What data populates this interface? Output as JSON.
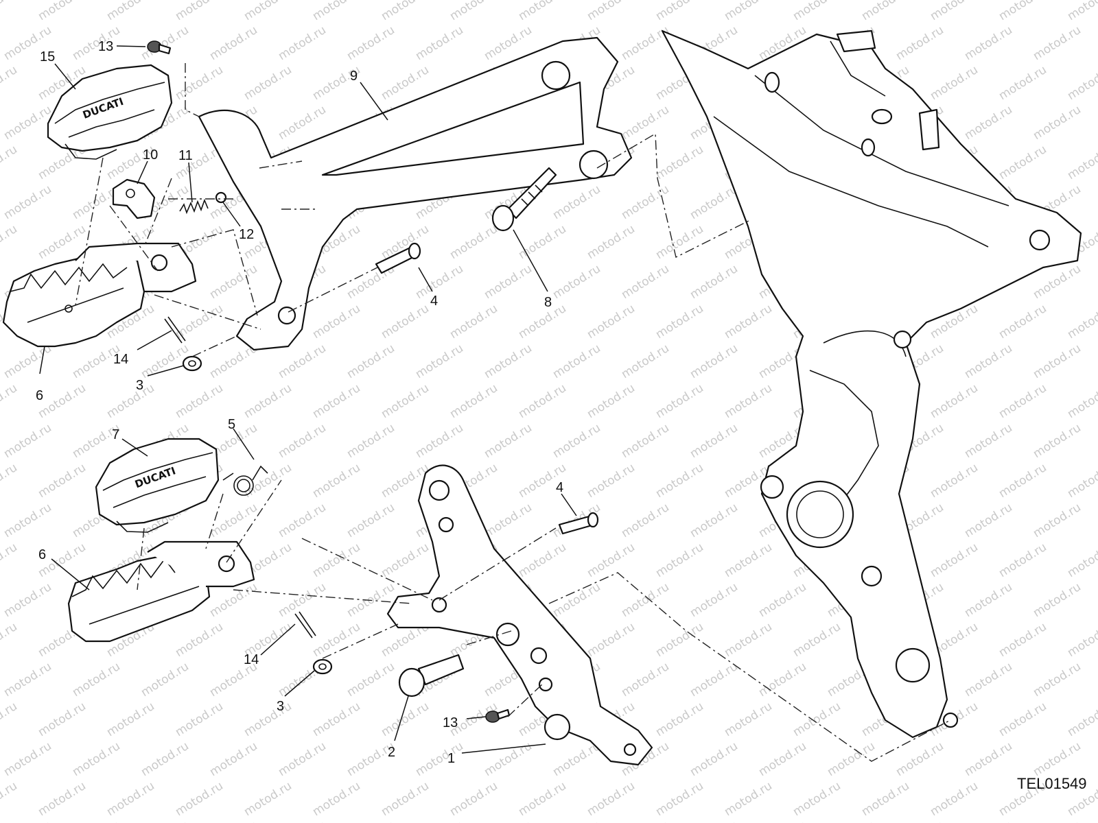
{
  "watermark": "motod.ru",
  "drawing_code": "TEL01549",
  "callouts": {
    "c13_top": "13",
    "c15": "15",
    "c9": "9",
    "c10": "10",
    "c11": "11",
    "c12": "12",
    "c4_top": "4",
    "c8": "8",
    "c14_top": "14",
    "c3_top": "3",
    "c6_top": "6",
    "c7": "7",
    "c5": "5",
    "c4_bottom": "4",
    "c6_bottom": "6",
    "c14_bottom": "14",
    "c3_bottom": "3",
    "c13_bottom": "13",
    "c2": "2",
    "c1": "1"
  },
  "brand_on_pegs": "DUCATI",
  "colors": {
    "line": "#111111",
    "watermark": "#c9c9c9",
    "background": "#ffffff"
  }
}
